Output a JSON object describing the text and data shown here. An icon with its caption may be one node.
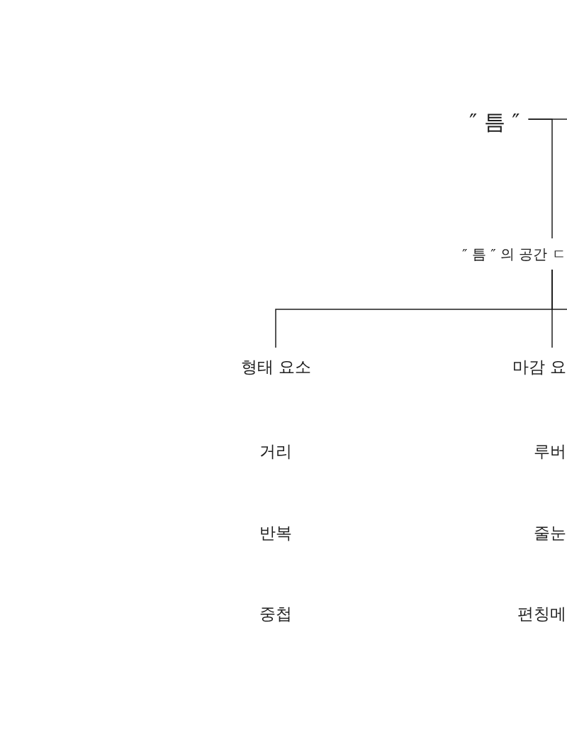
{
  "diagram": {
    "nodes": [
      {
        "text": [
          "″ 틈 ″"
        ]
      },
      {
        "text": [
          "″ 틈 ″ 의 공간 ㄷ"
        ]
      },
      {
        "text": [
          "형태 요소"
        ]
      },
      {
        "text": [
          "마감 요"
        ]
      }
    ],
    "edges": [
      {
        "from": 0,
        "to": 1,
        "arrow": "none"
      },
      {
        "from": 0,
        "to": null,
        "arrow": "none"
      },
      {
        "from": 1,
        "to": 2,
        "arrow": "none"
      },
      {
        "from": 1,
        "to": 3,
        "arrow": "none"
      },
      {
        "from": 1,
        "to": null,
        "arrow": "none"
      }
    ],
    "labels": [
      "거리",
      "루버",
      "반복",
      "줄눈",
      "중첩",
      "편칭메"
    ]
  }
}
